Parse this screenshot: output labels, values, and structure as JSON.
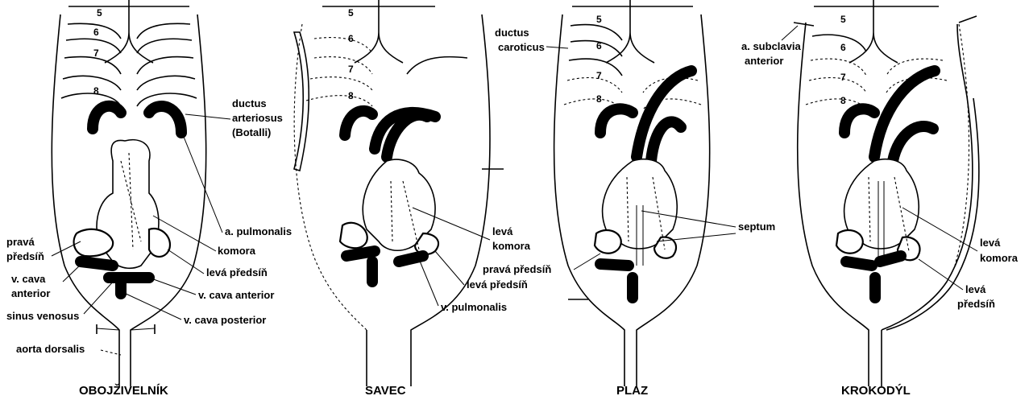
{
  "titles": [
    "OBOJŽIVELNÍK",
    "SAVEC",
    "PLAZ",
    "KROKODÝL"
  ],
  "arch_numbers": [
    "5",
    "6",
    "7",
    "8"
  ],
  "labels": {
    "amphibian": {
      "ductus_arteriosus": [
        "ductus",
        "arteriosus",
        "(Botalli)"
      ],
      "pulmonalis": "a. pulmonalis",
      "komora": "komora",
      "prava_predsin": [
        "pravá",
        "předsíň"
      ],
      "leva_predsin": "levá předsíň",
      "vca_left": [
        "v. cava",
        "anterior"
      ],
      "vca_right": "v. cava anterior",
      "sinus": "sinus venosus",
      "vcp": "v. cava posterior",
      "aorta_dorsalis": "aorta dorsalis"
    },
    "mammal": {
      "leva_komora": [
        "levá",
        "komora"
      ],
      "prava_predsin": "pravá předsíň",
      "leva_predsin": "levá předsíň",
      "v_pulmonalis": "v. pulmonalis"
    },
    "reptile": {
      "ductus_caroticus": [
        "ductus",
        "caroticus"
      ],
      "septum": "septum"
    },
    "crocodile": {
      "subclavia": [
        "a. subclavia",
        "anterior"
      ],
      "leva_komora": [
        "levá",
        "komora"
      ],
      "leva_predsin": [
        "levá",
        "předsíň"
      ]
    }
  }
}
